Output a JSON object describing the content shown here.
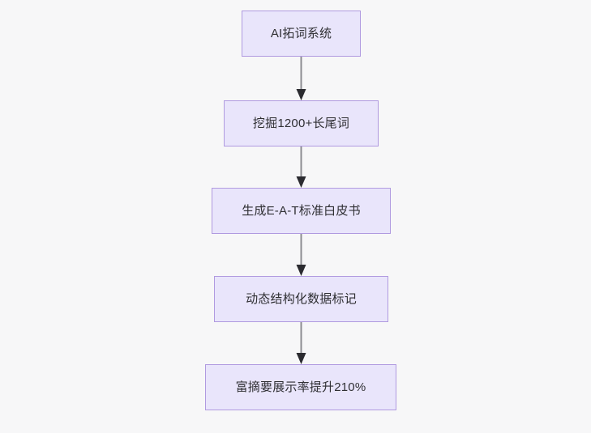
{
  "diagram": {
    "type": "flowchart",
    "direction": "top-to-bottom",
    "background_color": "#f7f7f8",
    "node_fill_color": "#e9e5fb",
    "node_border_color": "#b09ae0",
    "text_color": "#2f2f33",
    "edge_color": "#8c8c92",
    "arrowhead_color": "#2b2b30",
    "nodes": [
      {
        "id": "n1",
        "label": "AI拓词系统"
      },
      {
        "id": "n2",
        "label": "挖掘1200+长尾词"
      },
      {
        "id": "n3",
        "label": "生成E-A-T标准白皮书"
      },
      {
        "id": "n4",
        "label": "动态结构化数据标记"
      },
      {
        "id": "n5",
        "label": "富摘要展示率提升210%"
      }
    ],
    "edges": [
      {
        "id": "e1",
        "from": "n1",
        "to": "n2",
        "label": ""
      },
      {
        "id": "e2",
        "from": "n2",
        "to": "n3",
        "label": ""
      },
      {
        "id": "e3",
        "from": "n3",
        "to": "n4",
        "label": ""
      },
      {
        "id": "e4",
        "from": "n4",
        "to": "n5",
        "label": ""
      }
    ]
  }
}
